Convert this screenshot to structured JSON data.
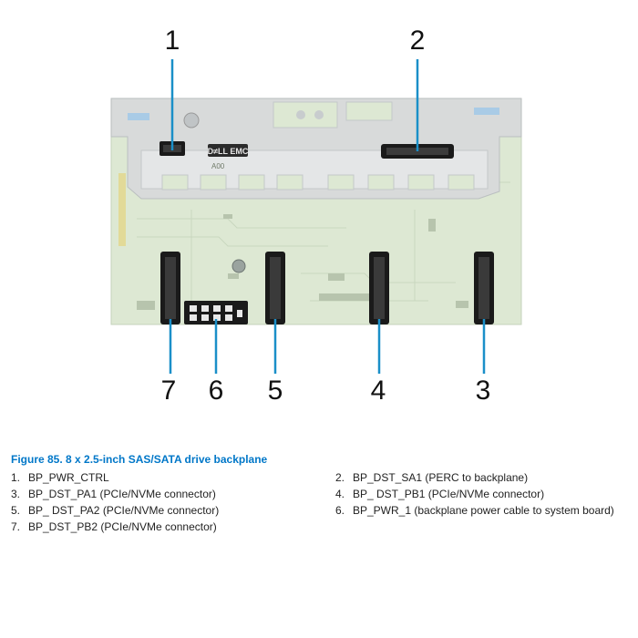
{
  "diagram": {
    "callouts": [
      {
        "number": "1",
        "part": "BP_PWR_CTRL"
      },
      {
        "number": "2",
        "part": "BP_DST_SA1"
      },
      {
        "number": "3",
        "part": "BP_DST_PA1"
      },
      {
        "number": "4",
        "part": "BP_ DST_PB1"
      },
      {
        "number": "5",
        "part": "BP_ DST_PA2"
      },
      {
        "number": "6",
        "part": "BP_PWR_1"
      },
      {
        "number": "7",
        "part": "BP_DST_PB2"
      }
    ],
    "board_marking": "A00",
    "colors": {
      "pcb": "#dde8d3",
      "bracket": "#d8dadb",
      "connector": "#1a1a1a",
      "callout_line": "#1a8fc8",
      "caption": "#0077c8"
    },
    "icons": [
      "dell-emc-logo"
    ]
  },
  "caption": "Figure 85. 8 x 2.5-inch SAS/SATA drive backplane",
  "legend": {
    "left": [
      {
        "num": "1.",
        "text": "BP_PWR_CTRL"
      },
      {
        "num": "3.",
        "text": "BP_DST_PA1 (PCIe/NVMe connector)"
      },
      {
        "num": "5.",
        "text": "BP_ DST_PA2 (PCIe/NVMe connector)"
      },
      {
        "num": "7.",
        "text": "BP_DST_PB2 (PCIe/NVMe connector)"
      }
    ],
    "right": [
      {
        "num": "2.",
        "text": "BP_DST_SA1 (PERC to backplane)"
      },
      {
        "num": "4.",
        "text": "BP_ DST_PB1 (PCIe/NVMe connector)"
      },
      {
        "num": "6.",
        "text": "BP_PWR_1 (backplane power cable to system board)"
      }
    ]
  }
}
